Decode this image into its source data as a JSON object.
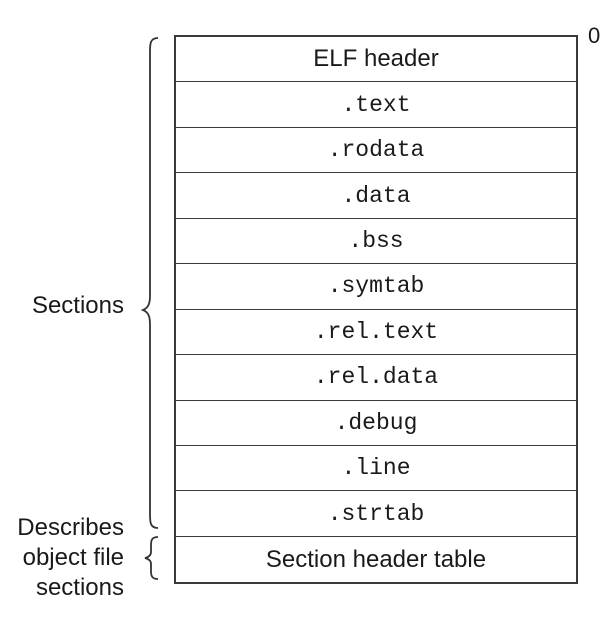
{
  "offset_label": "0",
  "sections_label": "Sections",
  "describes_label": {
    "line1": "Describes",
    "line2": "object file",
    "line3": "sections"
  },
  "rows": [
    {
      "label": "ELF header",
      "style": "sans"
    },
    {
      "label": ".text",
      "style": "mono"
    },
    {
      "label": ".rodata",
      "style": "mono"
    },
    {
      "label": ".data",
      "style": "mono"
    },
    {
      "label": ".bss",
      "style": "mono"
    },
    {
      "label": ".symtab",
      "style": "mono"
    },
    {
      "label": ".rel.text",
      "style": "mono"
    },
    {
      "label": ".rel.data",
      "style": "mono"
    },
    {
      "label": ".debug",
      "style": "mono"
    },
    {
      "label": ".line",
      "style": "mono"
    },
    {
      "label": ".strtab",
      "style": "mono"
    },
    {
      "label": "Section header table",
      "style": "sans"
    }
  ]
}
